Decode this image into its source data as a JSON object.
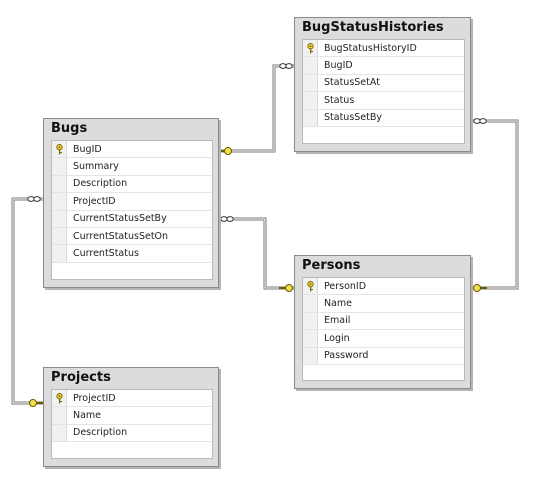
{
  "tables": {
    "bug_status_histories": {
      "title": "BugStatusHistories",
      "columns": [
        "BugStatusHistoryID",
        "BugID",
        "StatusSetAt",
        "Status",
        "StatusSetBy"
      ],
      "primary_key": "BugStatusHistoryID"
    },
    "bugs": {
      "title": "Bugs",
      "columns": [
        "BugID",
        "Summary",
        "Description",
        "ProjectID",
        "CurrentStatusSetBy",
        "CurrentStatusSetOn",
        "CurrentStatus"
      ],
      "primary_key": "BugID"
    },
    "persons": {
      "title": "Persons",
      "columns": [
        "PersonID",
        "Name",
        "Email",
        "Login",
        "Password"
      ],
      "primary_key": "PersonID"
    },
    "projects": {
      "title": "Projects",
      "columns": [
        "ProjectID",
        "Name",
        "Description"
      ],
      "primary_key": "ProjectID"
    }
  },
  "relationships": [
    {
      "from": "BugStatusHistories",
      "to": "Bugs",
      "many_end": "BugStatusHistories",
      "one_end": "Bugs"
    },
    {
      "from": "BugStatusHistories",
      "to": "Persons",
      "many_end": "BugStatusHistories",
      "one_end": "Persons"
    },
    {
      "from": "Bugs",
      "to": "Persons",
      "many_end": "Bugs",
      "one_end": "Persons"
    },
    {
      "from": "Bugs",
      "to": "Projects",
      "many_end": "Bugs",
      "one_end": "Projects"
    }
  ]
}
